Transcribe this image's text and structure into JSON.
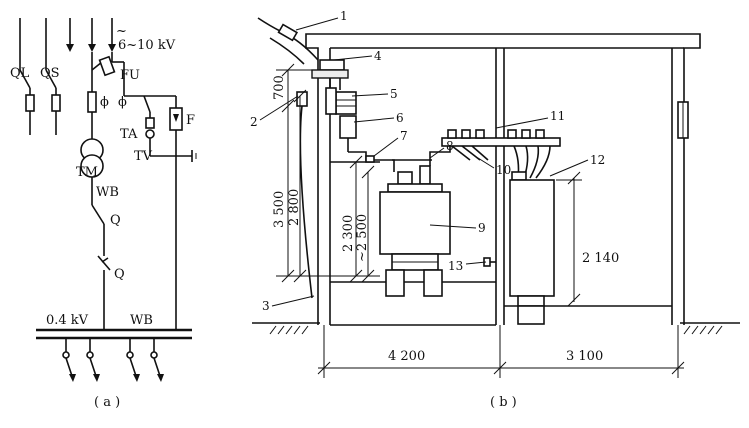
{
  "diagram_a": {
    "voltage_high": "6~10 kV",
    "voltage_low": "0.4 kV",
    "labels": {
      "ql": "QL",
      "qs": "QS",
      "fu": "FU",
      "ta": "TA",
      "tv": "TV",
      "tm": "TM",
      "f": "F",
      "wb_upper": "WB",
      "wb_lower": "WB",
      "q_upper": "Q",
      "q_lower": "Q",
      "phi_left": "ϕ",
      "phi_right": "ϕ"
    },
    "caption": "( a )"
  },
  "diagram_b": {
    "callouts": [
      "1",
      "2",
      "3",
      "4",
      "5",
      "6",
      "7",
      "8",
      "9",
      "10",
      "11",
      "12",
      "13"
    ],
    "dimensions": {
      "d700": "700",
      "d3500": "3 500",
      "d2800": "2 800",
      "d2300": "2 300",
      "d2500": "~2 500",
      "d2140": "2 140",
      "d4200": "4 200",
      "d3100": "3 100"
    },
    "caption": "( b )"
  }
}
